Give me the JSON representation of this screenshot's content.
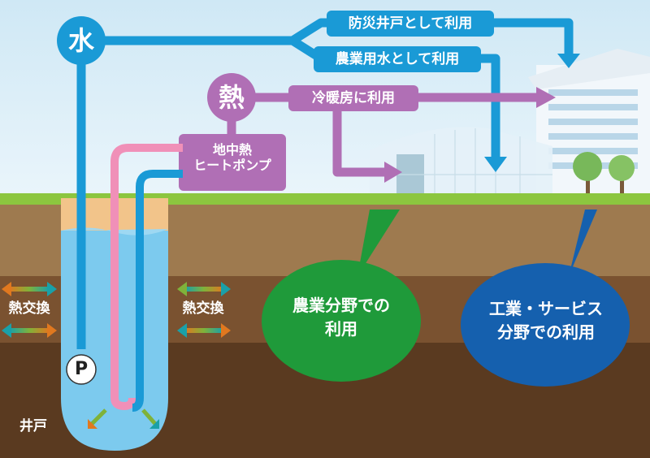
{
  "title_water": "水",
  "title_heat": "熱",
  "labels": {
    "disaster_well": "防災井戸として利用",
    "agri_water": "農業用水として利用",
    "heating_cooling": "冷暖房に利用",
    "heat_pump": "地中熱\nヒートポンプ",
    "heat_exchange_left": "熱交換",
    "heat_exchange_right": "熱交換",
    "pump": "P",
    "well": "井戸"
  },
  "bubbles": {
    "agriculture": "農業分野での\n利用",
    "industry": "工業・サービス\n分野での利用"
  },
  "colors": {
    "water_blue": "#1a9ad6",
    "heat_purple": "#b06fb5",
    "pink_pipe": "#f090b8",
    "green_bubble": "#1f9a3a",
    "blue_bubble": "#1560ae",
    "grass": "#8cc63f"
  }
}
